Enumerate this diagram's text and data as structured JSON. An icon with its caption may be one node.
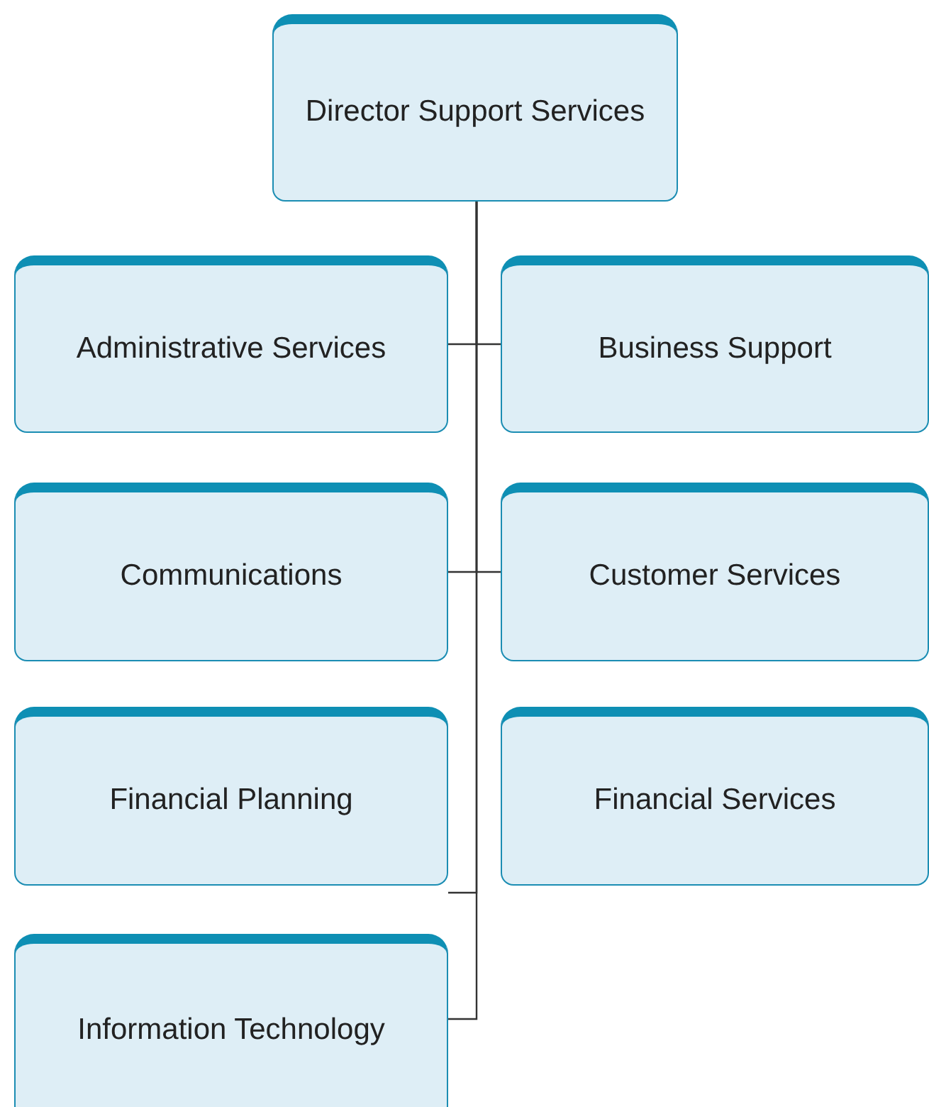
{
  "diagram": {
    "nodes": [
      {
        "text": [
          "Director Support Services"
        ]
      },
      {
        "text": [
          "Administrative Services"
        ]
      },
      {
        "text": [
          "Business Support"
        ]
      },
      {
        "text": [
          "Communications"
        ]
      },
      {
        "text": [
          "Customer Services"
        ]
      },
      {
        "text": [
          "Financial Planning"
        ]
      },
      {
        "text": [
          "Financial Services"
        ]
      },
      {
        "text": [
          "Information Technology"
        ]
      }
    ],
    "edges": [
      {
        "from": 0,
        "to": 1,
        "arrow": "none"
      },
      {
        "from": 0,
        "to": 2,
        "arrow": "none"
      },
      {
        "from": 0,
        "to": 3,
        "arrow": "none"
      },
      {
        "from": 0,
        "to": 4,
        "arrow": "none"
      },
      {
        "from": 0,
        "to": 5,
        "arrow": "none"
      },
      {
        "from": 0,
        "to": 7,
        "arrow": "none"
      }
    ]
  }
}
